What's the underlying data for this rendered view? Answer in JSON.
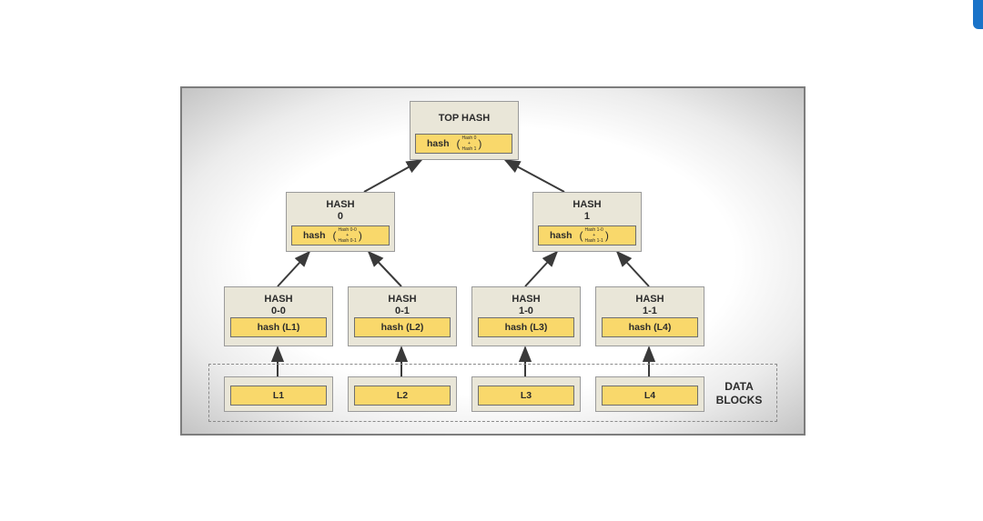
{
  "top": {
    "title": "TOP HASH",
    "fn": "hash",
    "args": [
      "Hash 0",
      "+",
      "Hash 1"
    ]
  },
  "level1": [
    {
      "title_line1": "HASH",
      "title_line2": "0",
      "fn": "hash",
      "args": [
        "Hash 0-0",
        "+",
        "Hash 0-1"
      ]
    },
    {
      "title_line1": "HASH",
      "title_line2": "1",
      "fn": "hash",
      "args": [
        "Hash 1-0",
        "+",
        "Hash 1-1"
      ]
    }
  ],
  "leaves": [
    {
      "title_line1": "HASH",
      "title_line2": "0-0",
      "hash": "hash (L1)"
    },
    {
      "title_line1": "HASH",
      "title_line2": "0-1",
      "hash": "hash (L2)"
    },
    {
      "title_line1": "HASH",
      "title_line2": "1-0",
      "hash": "hash (L3)"
    },
    {
      "title_line1": "HASH",
      "title_line2": "1-1",
      "hash": "hash (L4)"
    }
  ],
  "data_blocks": {
    "label_line1": "DATA",
    "label_line2": "BLOCKS",
    "items": [
      "L1",
      "L2",
      "L3",
      "L4"
    ]
  },
  "colors": {
    "node_fill": "#e9e6d8",
    "hash_fill": "#f9d86b",
    "arrow": "#3a3a3a"
  }
}
